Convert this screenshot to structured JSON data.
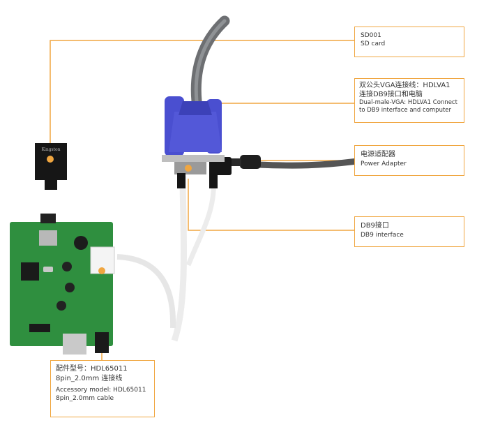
{
  "callouts": {
    "sd_card": {
      "line1": "SD001",
      "line2": "SD card"
    },
    "vga_cable": {
      "zh_line1": "双公头VGA连接线：HDLVA1",
      "zh_line2": "连接DB9接口和电脑",
      "en_line1": "Dual-male-VGA: HDLVA1 Connect",
      "en_line2": "to DB9 interface and computer"
    },
    "power_adapter": {
      "zh": "电源适配器",
      "en": "Power Adapter"
    },
    "db9_interface": {
      "zh": "DB9接口",
      "en": "DB9 interface"
    },
    "accessory_cable": {
      "zh_line1": "配件型号：HDL65011",
      "zh_line2": "8pin_2.0mm 连接线",
      "en_line1": "Accessory model: HDL65011",
      "en_line2": "8pin_2.0mm cable"
    }
  },
  "sd_label": "Kingston",
  "colors": {
    "callout_border": "#f0a640",
    "pcb_green": "#2f8f3f",
    "vga_blue": "#4a4fd0"
  }
}
